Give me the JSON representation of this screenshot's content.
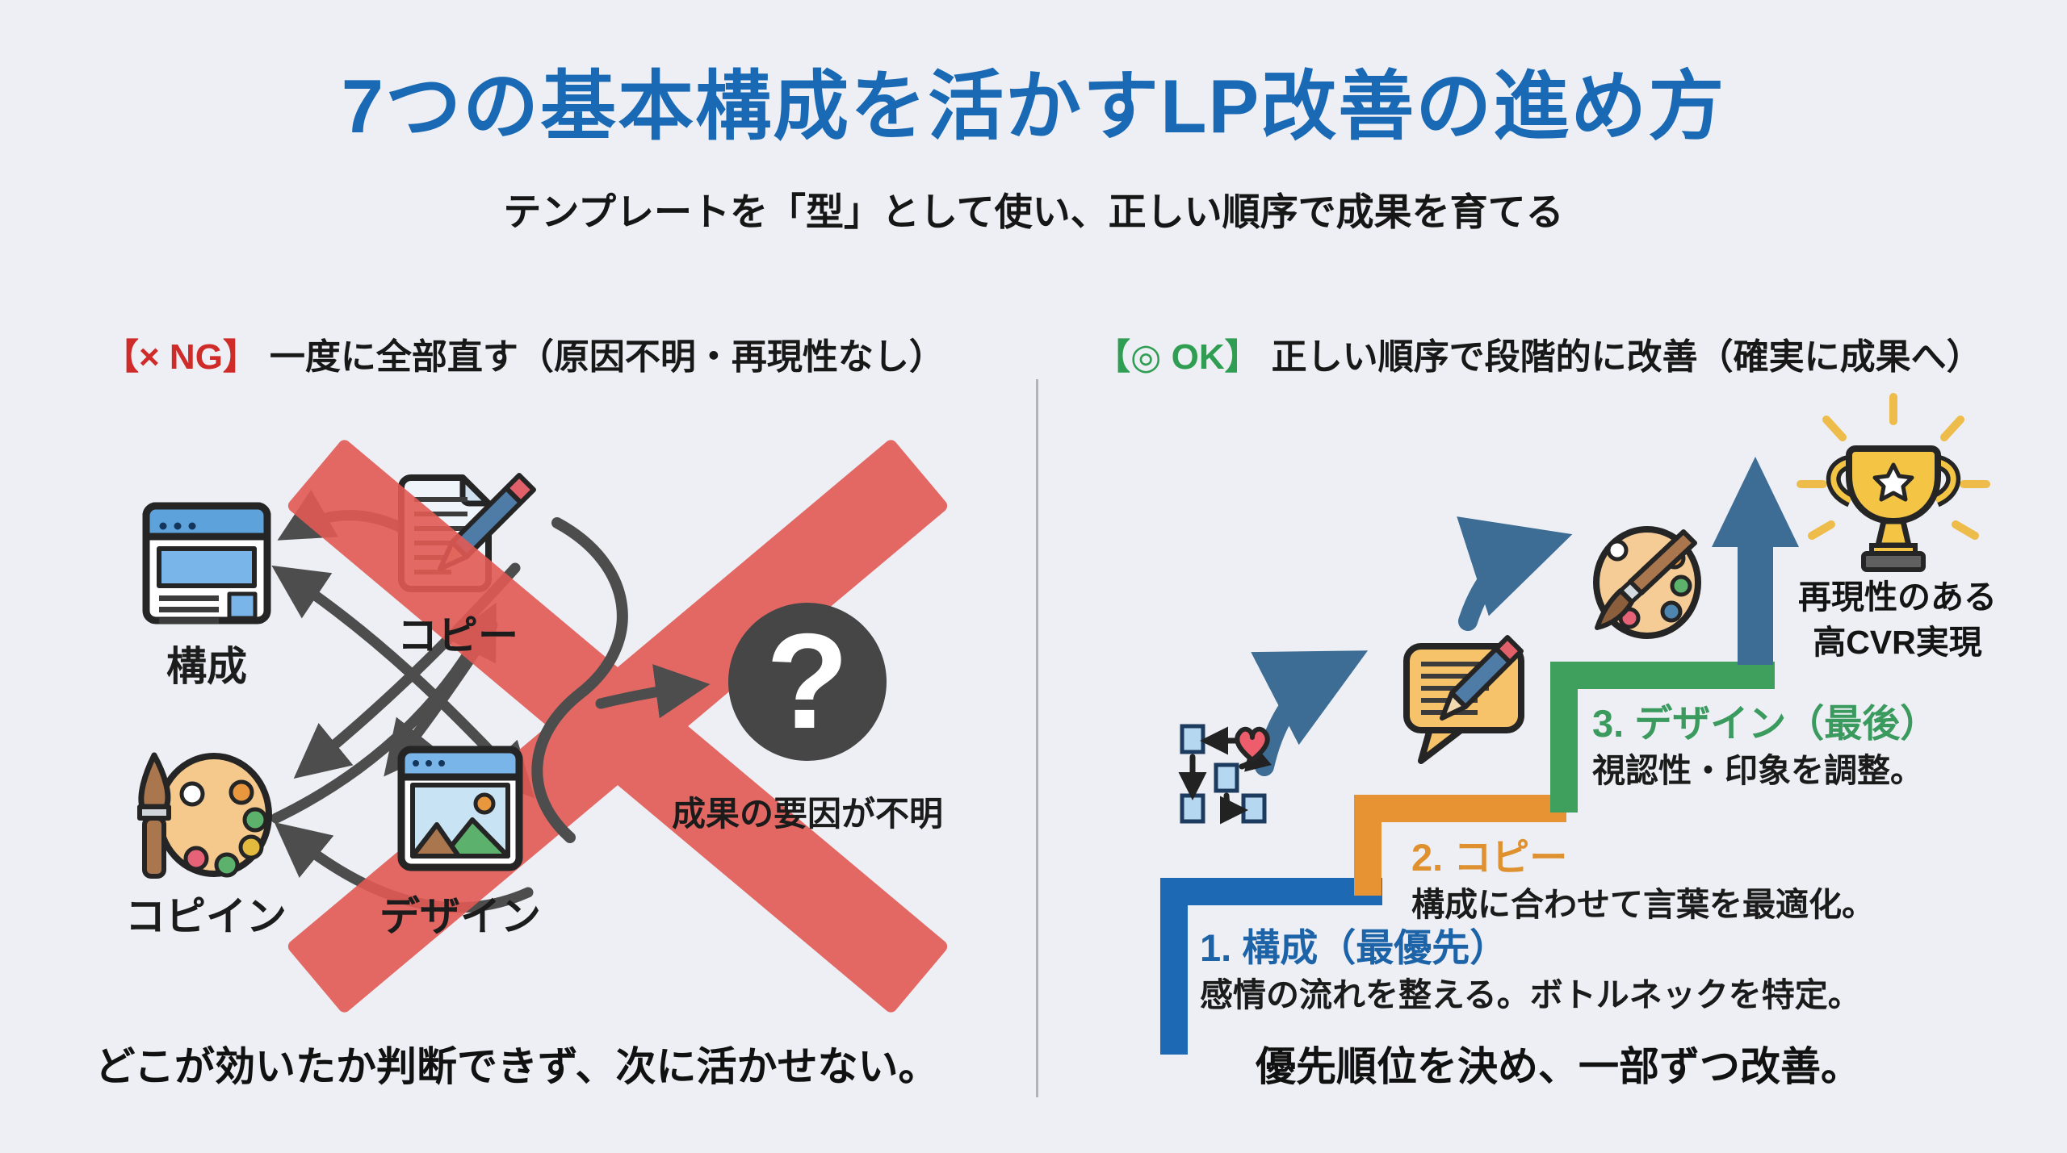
{
  "header": {
    "title": "7つの基本構成を活かすLP改善の進め方",
    "subtitle": "テンプレートを「型」として使い、正しい順序で成果を育てる"
  },
  "left_panel": {
    "badge": "【× NG】",
    "heading": "一度に全部直す（原因不明・再現性なし）",
    "nodes": [
      {
        "label": "構成",
        "icon": "wireframe-browser-icon"
      },
      {
        "label": "コピー",
        "icon": "document-pencil-icon"
      },
      {
        "label": "コピイン",
        "icon": "palette-brush-icon"
      },
      {
        "label": "デザイン",
        "icon": "image-browser-icon"
      }
    ],
    "result": {
      "question_mark": "?",
      "caption": "成果の要因が不明"
    },
    "footer": "どこが効いたか判断できず、次に活かせない。"
  },
  "right_panel": {
    "badge": "【◎ OK】",
    "heading": "正しい順序で段階的に改善（確実に成果へ）",
    "steps": [
      {
        "title": "1. 構成（最優先）",
        "desc": "感情の流れを整える。ボトルネックを特定。",
        "accent": "#1d63a8",
        "icon": "flowchart-heart-icon"
      },
      {
        "title": "2. コピー",
        "desc": "構成に合わせて言葉を最適化。",
        "accent": "#e0912f",
        "icon": "speech-bubble-pencil-icon"
      },
      {
        "title": "3. デザイン（最後）",
        "desc": "視認性・印象を調整。",
        "accent": "#3b9b5f",
        "icon": "palette-brush-icon"
      }
    ],
    "goal": {
      "line1": "再現性のある",
      "line2": "高CVR実現",
      "icon": "trophy-icon"
    },
    "footer": "優先順位を決め、一部ずつ改善。"
  },
  "colors": {
    "background": "#edeff4",
    "title_blue": "#1a69b5",
    "ng_red": "#cf2b28",
    "ok_green": "#2f9e52",
    "cross_red": "#e25a54",
    "tangle_gray": "#4d4d4d",
    "unknown_circle": "#464646",
    "step_blue": "#1d69b4",
    "step_orange": "#e89333",
    "step_green": "#3fa05e",
    "flow_arrow_blue": "#3d6d95",
    "trophy_gold": "#f4c445"
  }
}
